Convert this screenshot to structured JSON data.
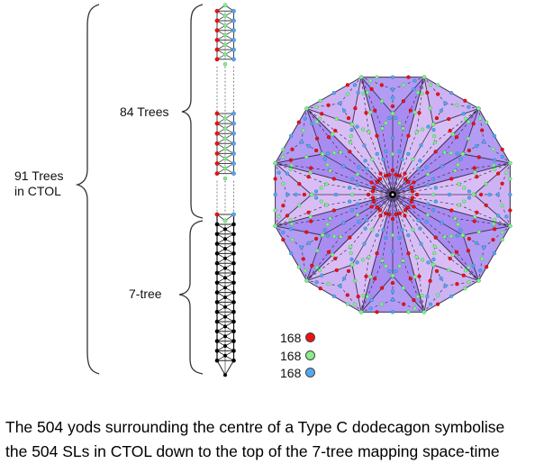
{
  "labels": {
    "all_trees_line1": "91 Trees",
    "all_trees_line2": "in CTOL",
    "upper_trees": "84 Trees",
    "lower_tree": "7-tree"
  },
  "trees": {
    "upper_group_a_levels": 6,
    "upper_group_b_levels": 7,
    "seven_tree_levels": 15
  },
  "dodecagon": {
    "type": "Type C dodecagon",
    "sides": 12,
    "sector_shading": [
      "dark",
      "light",
      "dark",
      "light",
      "dark",
      "light",
      "dark",
      "light",
      "dark",
      "light",
      "dark",
      "light"
    ],
    "colors": {
      "dark_fill": "#a88cf1",
      "dark_outer_fill": "#b39cf3",
      "light_fill": "#d9bef6",
      "light_outer_fill": "#cdb2f4",
      "edge": "#3a2f52"
    }
  },
  "legend": [
    {
      "count": "168",
      "color_name": "red",
      "color": "#ee1111"
    },
    {
      "count": "168",
      "color_name": "green",
      "color": "#88ee88"
    },
    {
      "count": "168",
      "color_name": "blue",
      "color": "#55a8f0"
    }
  ],
  "caption": {
    "line1": "The 504 yods surrounding the centre of a Type C dodecagon symbolise",
    "line2": "the 504 SLs in CTOL down to the top of the 7-tree mapping space-time"
  }
}
